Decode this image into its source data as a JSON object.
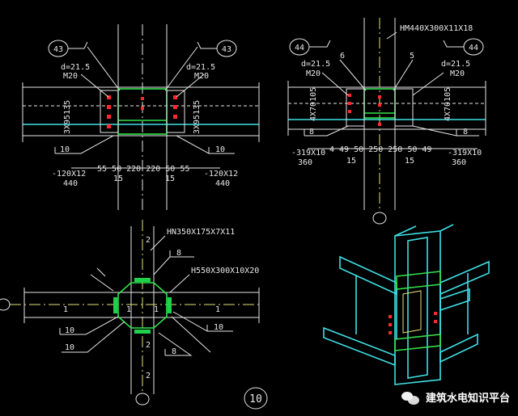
{
  "panel_tl": {
    "bubble_left": "43",
    "bubble_right": "43",
    "bolt_d_left": "d=21.5",
    "bolt_d_right": "d=21.5",
    "bolt_m_left": "M20",
    "bolt_m_right": "M20",
    "plate_left_v": "3X95135",
    "plate_right_v": "3X95135",
    "weld_left": "10",
    "weld_right": "10",
    "plate_left": "-120X12",
    "plate_right": "-120X12",
    "dim_left": "440",
    "dim_right": "440",
    "dims_bottom": "55 50 220 220 50 55",
    "dim_15_left": "15",
    "dim_15_right": "15"
  },
  "panel_tr": {
    "section": "HM440X300X11X18",
    "bubble_left": "44",
    "bubble_right": "44",
    "weld6": "6",
    "weld5": "5",
    "bolt_d_left": "d=21.5",
    "bolt_d_right": "d=21.5",
    "bolt_m_left": "M20",
    "bolt_m_right": "M20",
    "v_left": "4X70105",
    "v_right": "4X70105",
    "weld_left": "8",
    "weld_right": "8",
    "plate_left": "-319X10",
    "plate_right": "-319X10",
    "dims_bottom": "4 49 50 250 250 50 49",
    "dim_left": "360",
    "dim_right": "360",
    "dim_15_left": "15",
    "dim_15_right": "15"
  },
  "panel_bl": {
    "column_section": "HN350X175X7X11",
    "beam_section": "H550X300X10X20",
    "weld8_top": "8",
    "weld10_mid": "10",
    "weld10_low": "10",
    "weld8_bot": "8",
    "weld10_right": "10",
    "mark_2_top": "2",
    "mark_1_left": "1",
    "mark_1_mid_l": "1",
    "mark_1_mid_r": "1",
    "mark_1_right": "1",
    "mark_2_bot": "2",
    "mark_2_low": "2",
    "detail_no": "10"
  },
  "watermark": {
    "text": "建筑水电知识平台"
  }
}
